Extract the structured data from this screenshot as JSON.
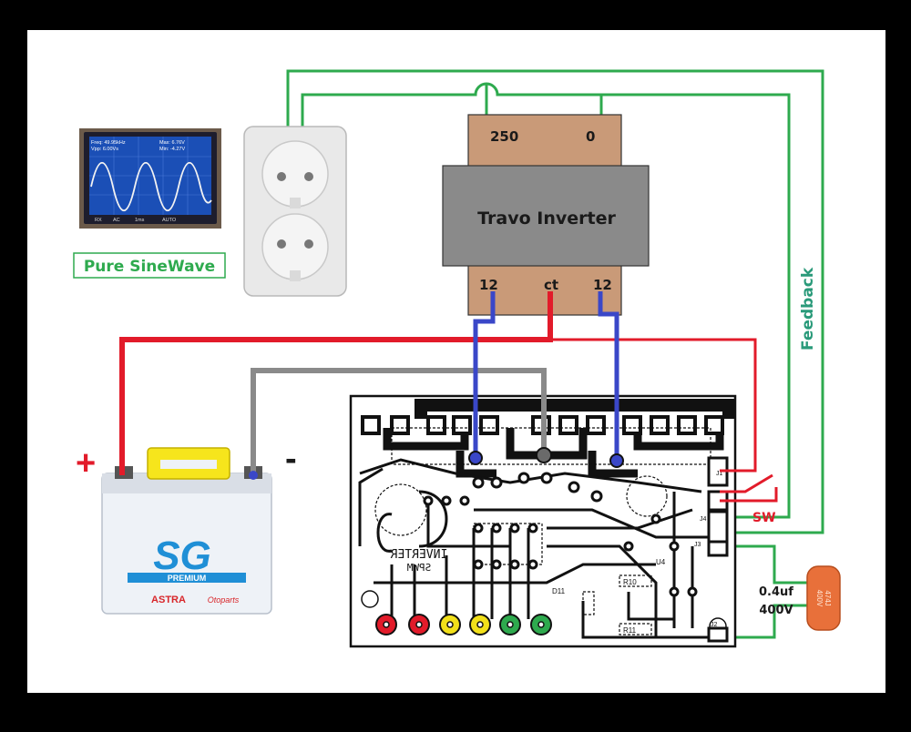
{
  "transformer": {
    "title": "Travo Inverter",
    "primary_left": "250",
    "primary_right": "0",
    "secondary_left": "12",
    "secondary_center": "ct",
    "secondary_right": "12"
  },
  "labels": {
    "pure_sinewave": "Pure SineWave",
    "feedback": "Feedback",
    "switch": "SW",
    "plus": "+",
    "minus": "-"
  },
  "capacitor": {
    "value": "0.4uf",
    "voltage": "400V",
    "body_text_1": "474J",
    "body_text_2": "400V"
  },
  "battery": {
    "brand": "SG",
    "line": "PREMIUM",
    "maker": "ASTRA",
    "maker_sub": "Otoparts"
  },
  "pcb": {
    "title_line1": "INVERTER",
    "title_line2": "SPWM",
    "conn_j1": "J1",
    "conn_j2": "J2",
    "conn_j3": "J3",
    "conn_j4": "J4",
    "r10": "R10",
    "r11": "R11",
    "d11": "D11",
    "u4": "U4"
  },
  "oscilloscope": {
    "row1": "Freq: 49.95kHz",
    "row2": "Vpp: 6.00Vs",
    "row3": "Max: 6.76V",
    "row4": "Min: -4.27V",
    "footer_1": "RX",
    "footer_2": "AC",
    "footer_3": "1ms",
    "footer_4": "AUTO"
  },
  "colors": {
    "red_wire": "#e21b2a",
    "blue_wire": "#3a47c8",
    "gray_wire": "#8a8a8a",
    "green_wire": "#2eaa4e",
    "feedback_text": "#2a9a7a",
    "transformer_core": "#8a8a8a",
    "transformer_coil": "#c99a78"
  }
}
